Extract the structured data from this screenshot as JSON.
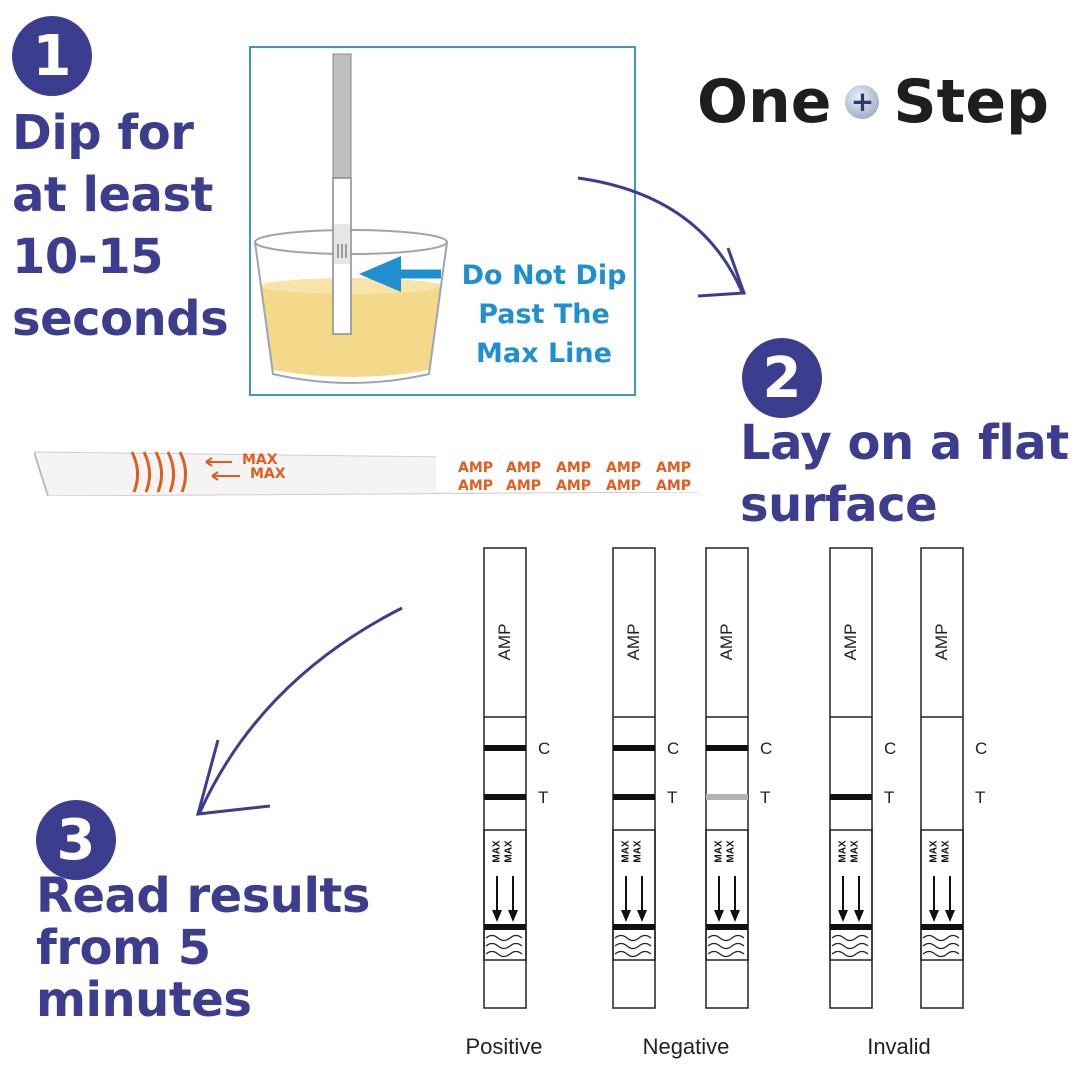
{
  "brand": {
    "word1": "One",
    "plus": "+",
    "word2": "Step"
  },
  "steps": [
    {
      "number": "1",
      "text": "Dip for\nat least\n10-15\nseconds"
    },
    {
      "number": "2",
      "text": "Lay on a flat\nsurface"
    },
    {
      "number": "3",
      "text": "Read results\nfrom 5\nminutes"
    }
  ],
  "dip_instruction": "Do Not Dip\nPast The\nMax Line",
  "strip": {
    "max_label": "MAX",
    "drug_label": "AMP"
  },
  "cassettes": {
    "drug_label": "AMP",
    "control_label": "C",
    "test_label": "T",
    "max_label": "MAX",
    "items": [
      {
        "control_line": "strong",
        "test_line": "strong"
      },
      {
        "control_line": "strong",
        "test_line": "strong"
      },
      {
        "control_line": "strong",
        "test_line": "faint"
      },
      {
        "control_line": "none",
        "test_line": "strong"
      },
      {
        "control_line": "none",
        "test_line": "none"
      }
    ]
  },
  "result_categories": [
    "Positive",
    "Negative",
    "Invalid"
  ],
  "colors": {
    "step_blue": "#3d3d8f",
    "instruction_blue": "#1f8fd0",
    "strip_orange": "#e25d1d",
    "urine": "#f5d98a"
  }
}
